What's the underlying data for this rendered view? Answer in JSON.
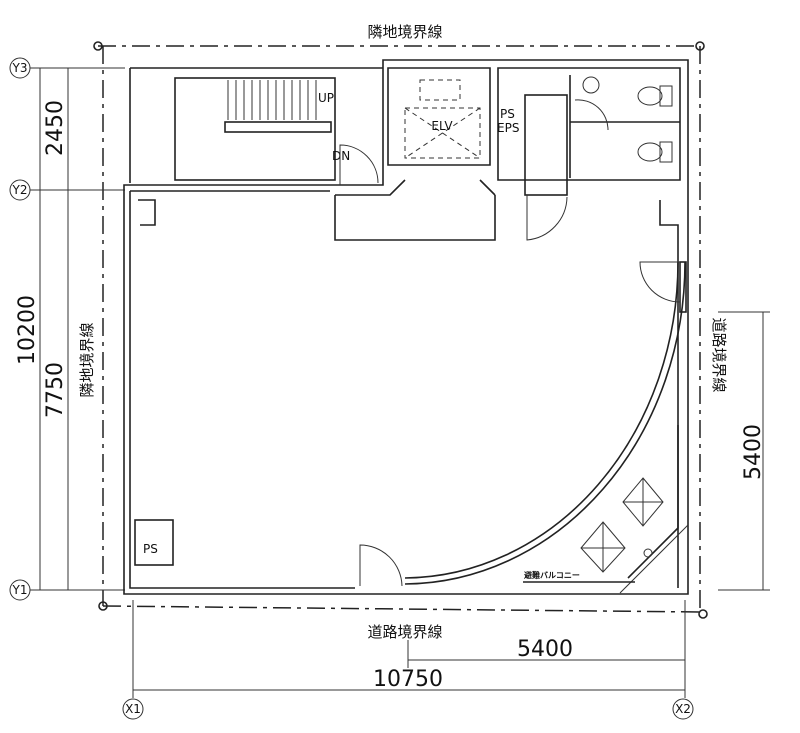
{
  "boundaries": {
    "top": "隣地境界線",
    "left": "隣地境界線",
    "bottom": "道路境界線",
    "right": "道路境界線"
  },
  "dimensions": {
    "y3_y2": "2450",
    "y3_y1": "10200",
    "y2_y1": "7750",
    "right_vertical": "5400",
    "bottom_partial": "5400",
    "x1_x2": "10750"
  },
  "grid": {
    "y3": "Y3",
    "y2": "Y2",
    "y1": "Y1",
    "x1": "X1",
    "x2": "X2"
  },
  "rooms": {
    "stair_up": "UP",
    "stair_down": "DN",
    "elevator": "ELV",
    "ps_top": "PS",
    "eps": "EPS",
    "ps_bottom": "PS",
    "balcony": "避難バルコニー"
  }
}
